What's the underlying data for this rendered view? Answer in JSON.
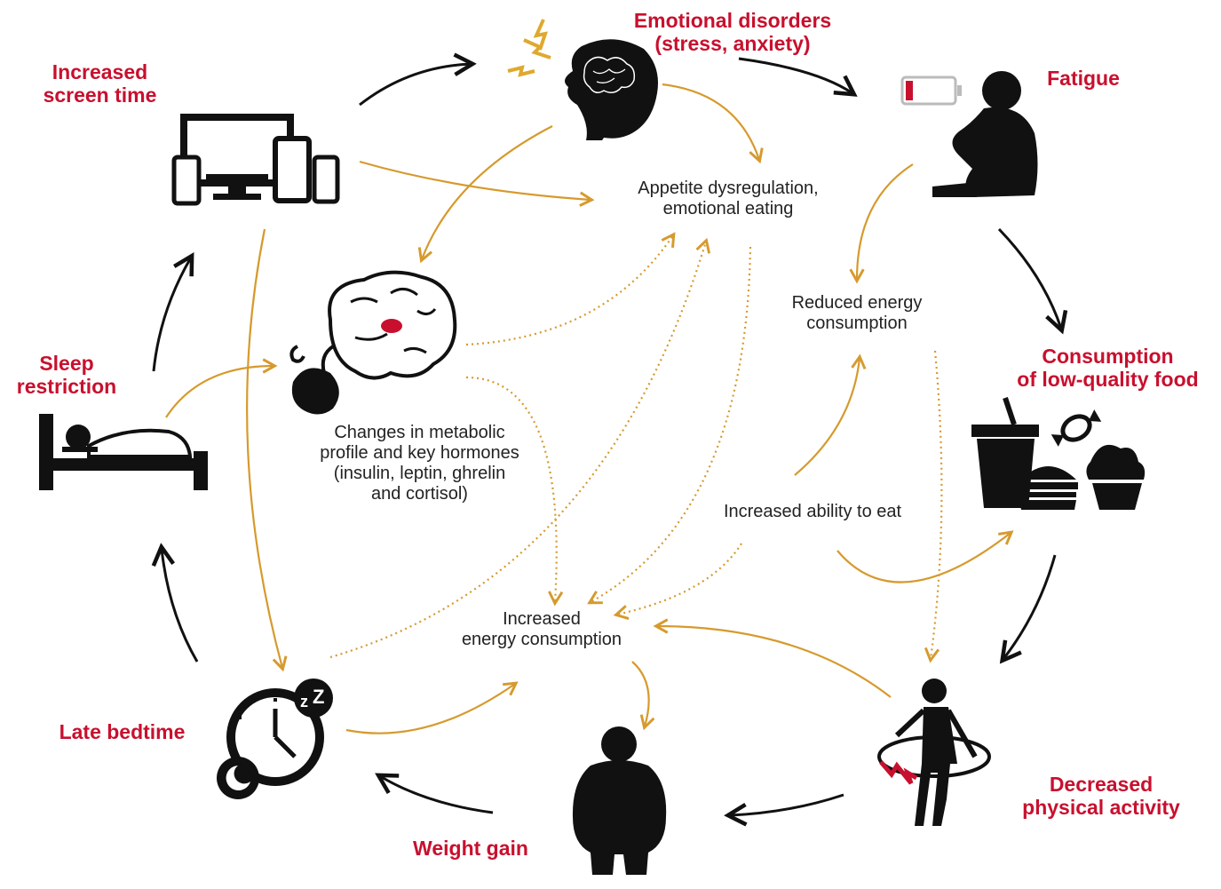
{
  "colors": {
    "accent": "#c8102e",
    "flow": "#d69a2d",
    "ink": "#111111",
    "text": "#222222"
  },
  "nodes": {
    "screen_time": "Increased\nscreen time",
    "emotional": "Emotional disorders\n(stress, anxiety)",
    "fatigue": "Fatigue",
    "low_quality_food": "Consumption\nof low-quality food",
    "decreased_activity": "Decreased\nphysical activity",
    "weight_gain": "Weight gain",
    "late_bedtime": "Late bedtime",
    "sleep_restriction": "Sleep\nrestriction"
  },
  "mechanisms": {
    "appetite": "Appetite dysregulation,\nemotional eating",
    "reduced_energy": "Reduced energy\nconsumption",
    "metabolic": "Changes in metabolic\nprofile and key hormones\n(insulin, leptin, ghrelin\nand cortisol)",
    "ability_to_eat": "Increased ability to eat",
    "increased_energy": "Increased\nenergy consumption"
  },
  "icons": {
    "devices": "devices-icon",
    "head": "child-head-stress-icon",
    "fatigue": "tired-child-low-battery-icon",
    "food": "junk-food-icon",
    "hoop": "child-hula-hoop-icon",
    "child": "overweight-child-icon",
    "clock": "clock-sleep-icon",
    "bed": "bed-sleep-icon",
    "brain": "brain-hormones-icon"
  }
}
